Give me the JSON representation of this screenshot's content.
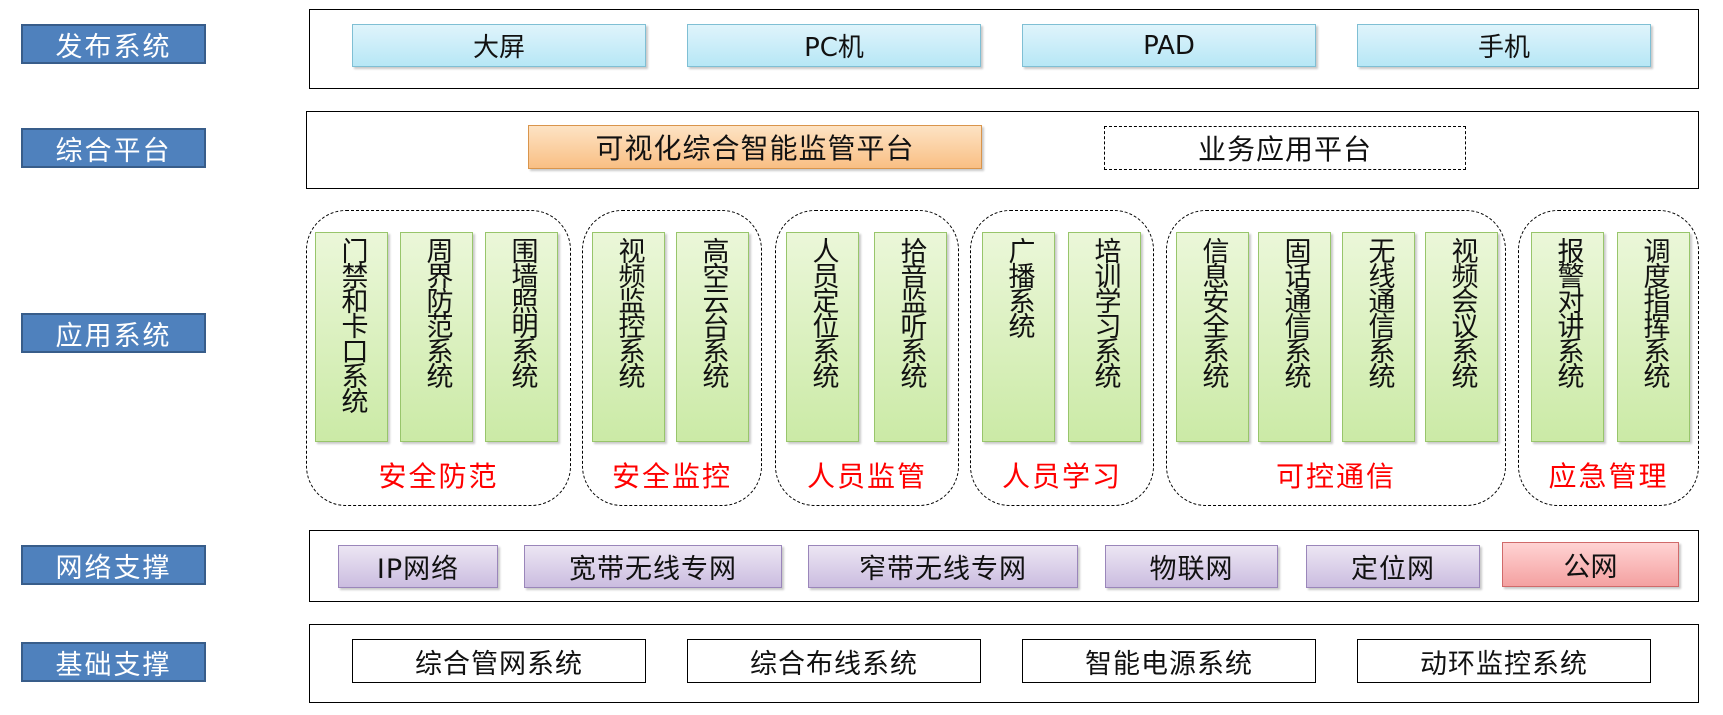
{
  "layers": {
    "publish": "发布系统",
    "platform": "综合平台",
    "application": "应用系统",
    "network": "网络支撑",
    "foundation": "基础支撑"
  },
  "publish_items": [
    "大屏",
    "PC机",
    "PAD",
    "手机"
  ],
  "platform_items": {
    "main": "可视化综合智能监管平台",
    "business": "业务应用平台"
  },
  "application_groups": [
    {
      "label": "安全防范",
      "systems": [
        "门禁和卡口系统",
        "周界防范系统",
        "围墙照明系统"
      ]
    },
    {
      "label": "安全监控",
      "systems": [
        "视频监控系统",
        "高空云台系统"
      ]
    },
    {
      "label": "人员监管",
      "systems": [
        "人员定位系统",
        "拾音监听系统"
      ]
    },
    {
      "label": "人员学习",
      "systems": [
        "广播系统",
        "培训学习系统"
      ]
    },
    {
      "label": "可控通信",
      "systems": [
        "信息安全系统",
        "固话通信系统",
        "无线通信系统",
        "视频会议系统"
      ]
    },
    {
      "label": "应急管理",
      "systems": [
        "报警对讲系统",
        "调度指挥系统"
      ]
    }
  ],
  "network_items": [
    "IP网络",
    "宽带无线专网",
    "窄带无线专网",
    "物联网",
    "定位网",
    "公网"
  ],
  "foundation_items": [
    "综合管网系统",
    "综合布线系统",
    "智能电源系统",
    "动环监控系统"
  ]
}
